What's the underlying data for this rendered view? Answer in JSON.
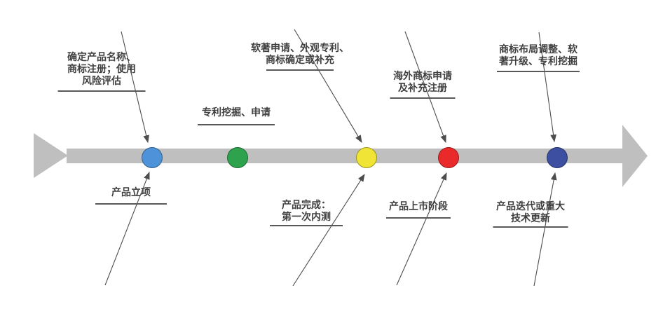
{
  "diagram": {
    "kind": "product-ip-timeline",
    "direction": "left-to-right",
    "axis_color": "#BFBFBF",
    "connector_color": "#4D4D4D",
    "text_color": "#3F3F3F",
    "underline_color": "#595959",
    "milestones": [
      {
        "dot": "blue-dot",
        "dot_color": "#4E93D9",
        "ip_label": {
          "position": "above",
          "lines": [
            "确定产品名称、",
            "商标注册；使用",
            "风险评估"
          ]
        },
        "stage_label": {
          "position": "below",
          "lines": [
            "产品立项"
          ]
        }
      },
      {
        "dot": "green-dot",
        "dot_color": "#2EA24D",
        "ip_label": {
          "position": "above",
          "lines": [
            "专利挖掘、申请"
          ]
        },
        "stage_label": null
      },
      {
        "dot": "yellow-dot",
        "dot_color": "#F0E436",
        "ip_label": {
          "position": "above",
          "lines": [
            "软著申请、外观专利、",
            "商标确定或补充"
          ]
        },
        "stage_label": {
          "position": "below",
          "lines": [
            "产品完成：",
            "第一次内测"
          ]
        }
      },
      {
        "dot": "red-dot",
        "dot_color": "#EA2A2A",
        "ip_label": {
          "position": "above",
          "lines": [
            "海外商标申请",
            "及补充注册"
          ]
        },
        "stage_label": {
          "position": "below",
          "lines": [
            "产品上市阶段"
          ]
        }
      },
      {
        "dot": "indigo-dot",
        "dot_color": "#3C4FA0",
        "ip_label": {
          "position": "above",
          "lines": [
            "商标布局调整、软",
            "著升级、专利挖掘"
          ]
        },
        "stage_label": {
          "position": "below",
          "lines": [
            "产品迭代或重大",
            "技术更新"
          ]
        }
      }
    ]
  }
}
